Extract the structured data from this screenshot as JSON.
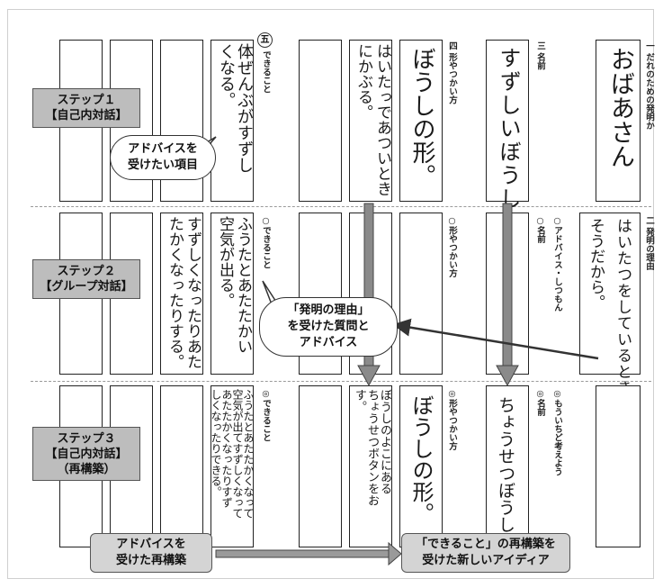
{
  "steps": [
    {
      "line1": "ステップ１",
      "line2": "【自己内対話】",
      "line3": ""
    },
    {
      "line1": "ステップ２",
      "line2": "【グループ対話】",
      "line3": ""
    },
    {
      "line1": "ステップ３",
      "line2": "【自己内対話】",
      "line3": "（再構築）"
    }
  ],
  "bubbles": {
    "advice_items": [
      "アドバイスを",
      "受けたい項目"
    ],
    "reason_questions": [
      "「発明の理由」",
      "を受けた質問と",
      "アドバイス"
    ]
  },
  "banners": {
    "rebuild": [
      "アドバイスを",
      "受けた再構築"
    ],
    "new_ideas": [
      "「できること」の再構築を",
      "受けた新しいアイディア"
    ]
  },
  "step1": {
    "who_label": "一 だれのための発明か",
    "who_text": "おばあさん",
    "name_label": "三 名前",
    "name_text": "すずしいぼうし",
    "shape_label": "四 形やつかい方",
    "shape_text": "ぼうしの形。",
    "use_text_1": "はいたっであついとき",
    "use_text_2": "にかぶる。",
    "can_number": "五",
    "can_label": "できること",
    "can_text_1": "体ぜんぶがすずし",
    "can_text_2": "くなる。"
  },
  "step2": {
    "reason_label": "二 発明の理由",
    "reason_text_1": "はいたつをしているときにとてもあつ",
    "reason_text_2": "そうだから。",
    "advice_label": "○アドバイス・しつもん",
    "name_label": "○名前",
    "shape_label": "○形やつかい方",
    "can_label": "○できること",
    "can_text_1": "ふうたとあたたかい",
    "can_text_2": "空気が出る。",
    "can_text_3": "すずしくなったりあた",
    "can_text_4": "たかくなったりする。"
  },
  "step3": {
    "more_label": "◎もういちど考えよう",
    "name_label": "◎名前",
    "name_text": "ちょうせつぼうし",
    "shape_label": "◎形やつかい方",
    "shape_text": "ぼうしの形。",
    "use_text_1": "ぼうしのよこにある",
    "use_text_2": "ちょうせつボタンをお",
    "use_text_3": "す。",
    "can_label": "◎できること",
    "can_text_1": "ふうたとあたたかくなって",
    "can_text_2": "空気が出てすずしくなって",
    "can_text_3": "あたたかくなったりすず",
    "can_text_4": "しくなったりできる。"
  }
}
